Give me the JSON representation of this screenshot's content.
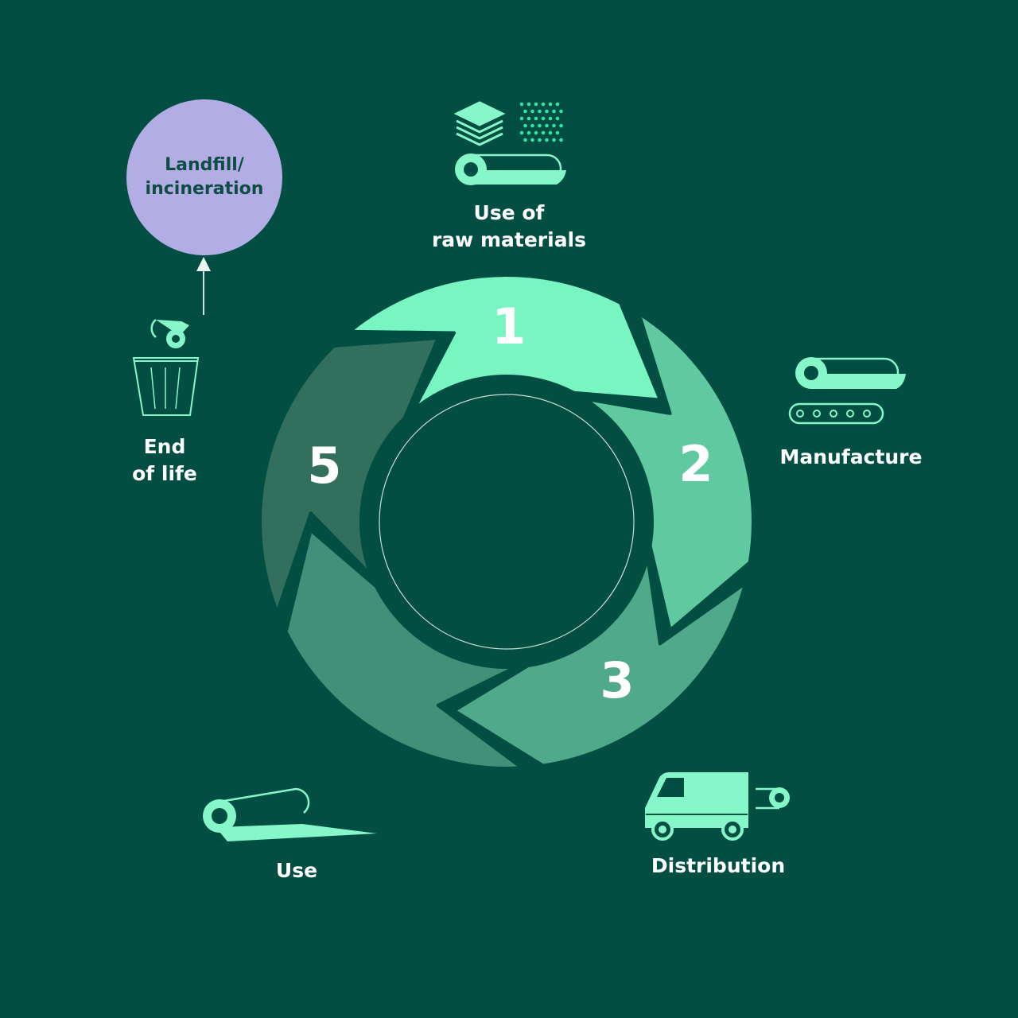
{
  "colors": {
    "background": "#024e42",
    "segment_1": "#79f5c1",
    "segment_2": "#61c9a0",
    "segment_3": "#50a98a",
    "segment_4": "#438f7a",
    "segment_5": "#326f5d",
    "icon_accent": "#86f7c8",
    "landfill": "#b3ade6",
    "text": "#ffffff"
  },
  "cycle": {
    "segments": [
      {
        "number": "1"
      },
      {
        "number": "2"
      },
      {
        "number": "3"
      },
      {
        "number": ""
      },
      {
        "number": "5"
      }
    ]
  },
  "stages": {
    "raw_materials": {
      "line1": "Use of",
      "line2": "raw materials",
      "icon": "raw-materials-icon"
    },
    "manufacture": {
      "label": "Manufacture",
      "icon": "conveyor-belt-icon"
    },
    "distribution": {
      "label": "Distribution",
      "icon": "delivery-van-icon"
    },
    "use": {
      "label": "Use",
      "icon": "unrolled-roll-icon"
    },
    "end_of_life": {
      "line1": "End",
      "line2": "of life",
      "icon": "trash-bin-icon"
    }
  },
  "landfill": {
    "line1": "Landfill/",
    "line2": "incineration"
  }
}
